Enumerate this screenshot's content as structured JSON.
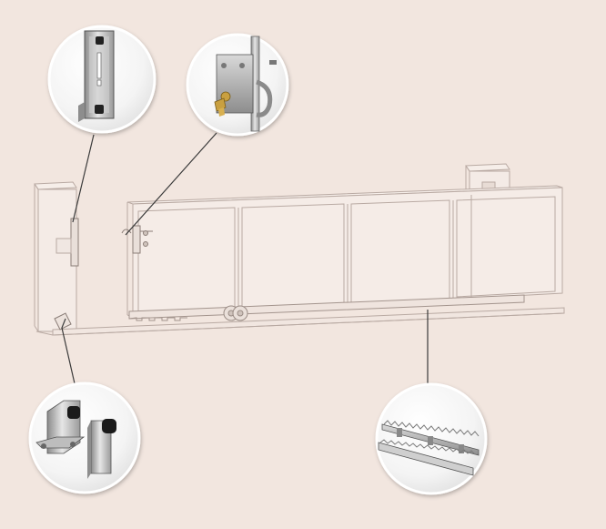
{
  "diagram": {
    "subject": "sliding-gate-hardware-kit",
    "background_color": "#f2e6df",
    "callouts": [
      {
        "id": "gate-stop-plate",
        "icon": "stop-plate-icon"
      },
      {
        "id": "mortise-hook-lock",
        "icon": "lock-icon"
      },
      {
        "id": "end-stop-brackets",
        "icon": "end-stop-icon"
      },
      {
        "id": "gear-rack",
        "icon": "rack-icon"
      }
    ]
  }
}
